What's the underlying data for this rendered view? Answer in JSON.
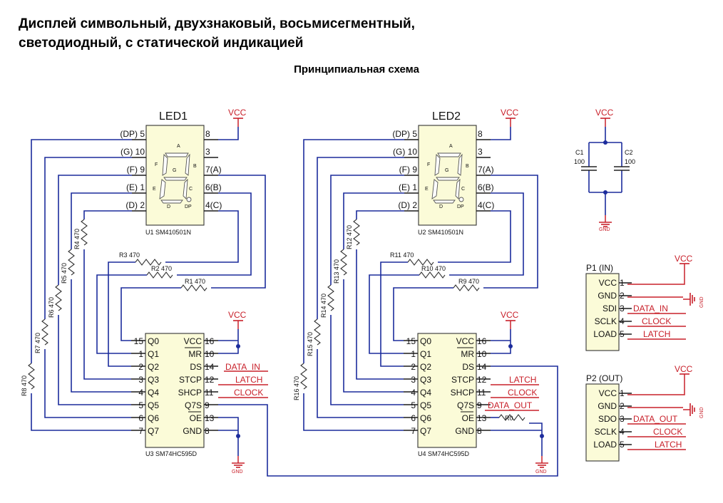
{
  "header": {
    "title_line1": "Дисплей символьный, двухзнаковый, восьмисегментный,",
    "title_line2": "светодиодный, с статической индикацией",
    "subtitle": "Принципиальная схема"
  },
  "power": {
    "vcc": "VCC",
    "gnd": "GND"
  },
  "led_pins_left": [
    "(DP) 5",
    "(G) 10",
    "(F) 9",
    "(E) 1",
    "(D) 2"
  ],
  "led_pins_right": [
    "8",
    "3",
    "7(A)",
    "6(B)",
    "4(C)"
  ],
  "segment_letters": {
    "a": "A",
    "b": "B",
    "c": "C",
    "d": "D",
    "e": "E",
    "f": "F",
    "g": "G",
    "dp": "DP"
  },
  "led1": {
    "label": "LED1",
    "part": "U1 SM410501N"
  },
  "led2": {
    "label": "LED2",
    "part": "U2 SM410501N"
  },
  "shift_pins_left_num": [
    "15",
    "1",
    "2",
    "3",
    "4",
    "5",
    "6",
    "7"
  ],
  "shift_pins_left_name": [
    "Q0",
    "Q1",
    "Q2",
    "Q3",
    "Q4",
    "Q5",
    "Q6",
    "Q7"
  ],
  "shift_pins_right_name": [
    "VCC",
    "MR",
    "DS",
    "STCP",
    "SHCP",
    "Q7S",
    "OE",
    "GND"
  ],
  "shift_pins_right_num": [
    "16",
    "10",
    "14",
    "12",
    "11",
    "9",
    "13",
    "8"
  ],
  "sr1": {
    "part": "U3 SM74HC595D",
    "nets": [
      "DATA_IN",
      "LATCH",
      "CLOCK"
    ]
  },
  "sr2": {
    "part": "U4 SM74HC595D",
    "nets": [
      "LATCH",
      "CLOCK",
      "DATA_OUT"
    ],
    "r0": "R0"
  },
  "resistors1": {
    "r1": "R1 470",
    "r2": "R2 470",
    "r3": "R3 470",
    "r4": "R4 470",
    "r5": "R5 470",
    "r6": "R6 470",
    "r7": "R7 470",
    "r8": "R8 470"
  },
  "resistors2": {
    "r9": "R9 470",
    "r10": "R10 470",
    "r11": "R11 470",
    "r12": "R12 470",
    "r13": "R13 470",
    "r14": "R14 470",
    "r15": "R15 470",
    "r16": "R16 470"
  },
  "caps": {
    "c1": "C1",
    "c1_val": "100",
    "c2": "C2",
    "c2_val": "100"
  },
  "p1": {
    "label": "P1 (IN)",
    "pins": [
      "VCC",
      "GND",
      "SDI",
      "SCLK",
      "LOAD"
    ],
    "nums": [
      "1",
      "2",
      "3",
      "4",
      "5"
    ],
    "nets": [
      "DATA_IN",
      "CLOCK",
      "LATCH"
    ]
  },
  "p2": {
    "label": "P2 (OUT)",
    "pins": [
      "VCC",
      "GND",
      "SDO",
      "SCLK",
      "LOAD"
    ],
    "nums": [
      "1",
      "2",
      "3",
      "4",
      "5"
    ],
    "nets": [
      "DATA_OUT",
      "CLOCK",
      "LATCH"
    ]
  }
}
